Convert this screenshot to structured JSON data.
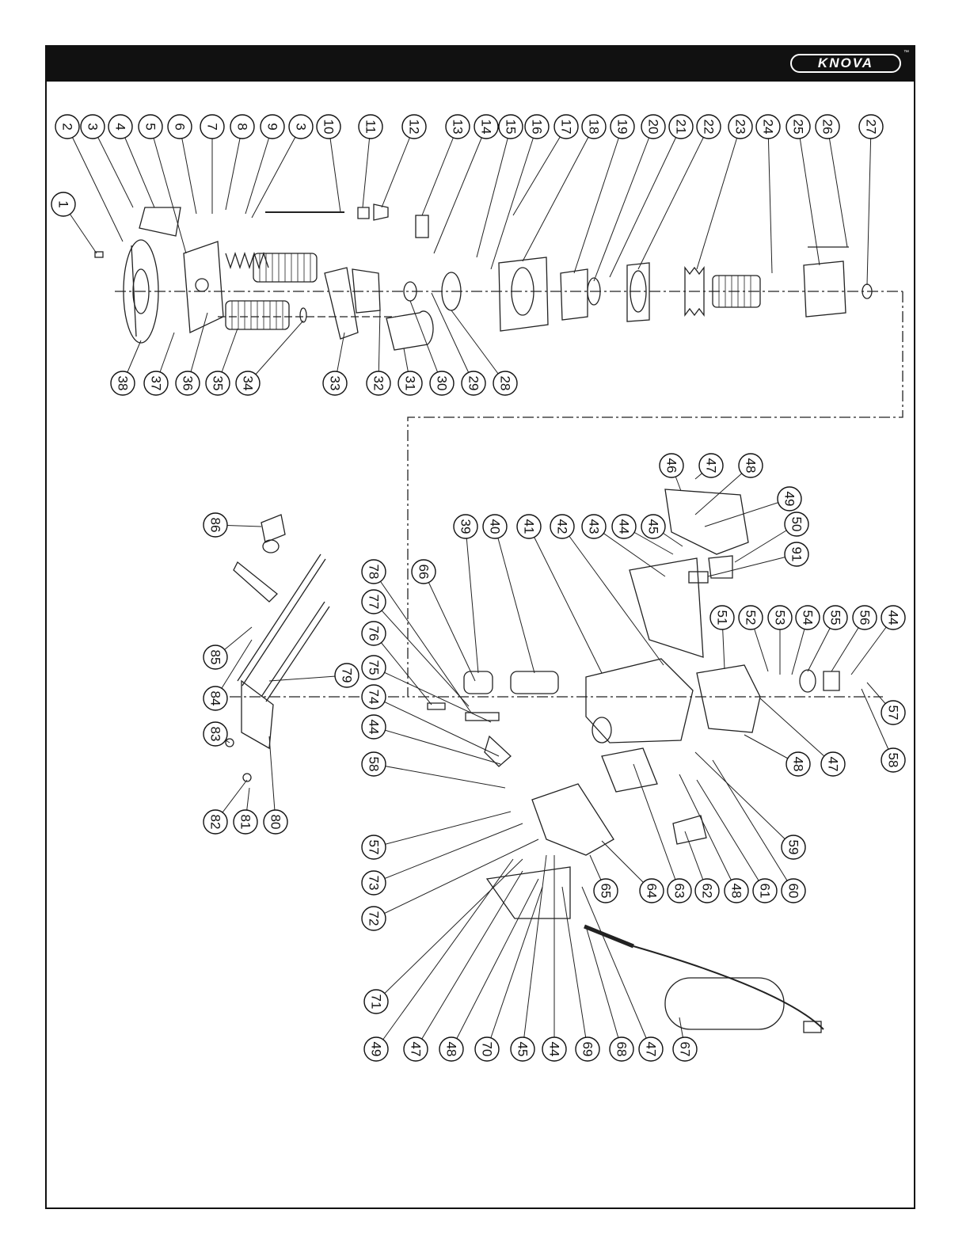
{
  "brand": {
    "logo_text": "KNOVA",
    "trademark": "™"
  },
  "callouts": [
    {
      "id": "c1",
      "label": "1"
    },
    {
      "id": "c2",
      "label": "2"
    },
    {
      "id": "c3a",
      "label": "3"
    },
    {
      "id": "c4",
      "label": "4"
    },
    {
      "id": "c5",
      "label": "5"
    },
    {
      "id": "c6",
      "label": "6"
    },
    {
      "id": "c7",
      "label": "7"
    },
    {
      "id": "c8",
      "label": "8"
    },
    {
      "id": "c9",
      "label": "9"
    },
    {
      "id": "c3b",
      "label": "3"
    },
    {
      "id": "c10",
      "label": "10"
    },
    {
      "id": "c11",
      "label": "11"
    },
    {
      "id": "c12",
      "label": "12"
    },
    {
      "id": "c13",
      "label": "13"
    },
    {
      "id": "c14",
      "label": "14"
    },
    {
      "id": "c15",
      "label": "15"
    },
    {
      "id": "c16",
      "label": "16"
    },
    {
      "id": "c17",
      "label": "17"
    },
    {
      "id": "c18",
      "label": "18"
    },
    {
      "id": "c19",
      "label": "19"
    },
    {
      "id": "c20",
      "label": "20"
    },
    {
      "id": "c21",
      "label": "21"
    },
    {
      "id": "c22",
      "label": "22"
    },
    {
      "id": "c23",
      "label": "23"
    },
    {
      "id": "c24",
      "label": "24"
    },
    {
      "id": "c25",
      "label": "25"
    },
    {
      "id": "c26",
      "label": "26"
    },
    {
      "id": "c27",
      "label": "27"
    },
    {
      "id": "c38",
      "label": "38"
    },
    {
      "id": "c37",
      "label": "37"
    },
    {
      "id": "c36",
      "label": "36"
    },
    {
      "id": "c35",
      "label": "35"
    },
    {
      "id": "c34",
      "label": "34"
    },
    {
      "id": "c33",
      "label": "33"
    },
    {
      "id": "c32",
      "label": "32"
    },
    {
      "id": "c31",
      "label": "31"
    },
    {
      "id": "c30",
      "label": "30"
    },
    {
      "id": "c29",
      "label": "29"
    },
    {
      "id": "c28",
      "label": "28"
    },
    {
      "id": "c46",
      "label": "46"
    },
    {
      "id": "c47a",
      "label": "47"
    },
    {
      "id": "c48a",
      "label": "48"
    },
    {
      "id": "c49a",
      "label": "49"
    },
    {
      "id": "c50",
      "label": "50"
    },
    {
      "id": "c91",
      "label": "91"
    },
    {
      "id": "c39",
      "label": "39"
    },
    {
      "id": "c40",
      "label": "40"
    },
    {
      "id": "c41",
      "label": "41"
    },
    {
      "id": "c42",
      "label": "42"
    },
    {
      "id": "c43",
      "label": "43"
    },
    {
      "id": "c44a",
      "label": "44"
    },
    {
      "id": "c45a",
      "label": "45"
    },
    {
      "id": "c51",
      "label": "51"
    },
    {
      "id": "c52",
      "label": "52"
    },
    {
      "id": "c53",
      "label": "53"
    },
    {
      "id": "c54",
      "label": "54"
    },
    {
      "id": "c55",
      "label": "55"
    },
    {
      "id": "c56",
      "label": "56"
    },
    {
      "id": "c44b",
      "label": "44"
    },
    {
      "id": "c57a",
      "label": "57"
    },
    {
      "id": "c58a",
      "label": "58"
    },
    {
      "id": "c47b",
      "label": "47"
    },
    {
      "id": "c48b",
      "label": "48"
    },
    {
      "id": "c86",
      "label": "86"
    },
    {
      "id": "c85",
      "label": "85"
    },
    {
      "id": "c84",
      "label": "84"
    },
    {
      "id": "c83",
      "label": "83"
    },
    {
      "id": "c82",
      "label": "82"
    },
    {
      "id": "c81",
      "label": "81"
    },
    {
      "id": "c80",
      "label": "80"
    },
    {
      "id": "c79",
      "label": "79"
    },
    {
      "id": "c78",
      "label": "78"
    },
    {
      "id": "c77",
      "label": "77"
    },
    {
      "id": "c76",
      "label": "76"
    },
    {
      "id": "c75",
      "label": "75"
    },
    {
      "id": "c74",
      "label": "74"
    },
    {
      "id": "c66",
      "label": "66"
    },
    {
      "id": "c44c",
      "label": "44"
    },
    {
      "id": "c58b",
      "label": "58"
    },
    {
      "id": "c57b",
      "label": "57"
    },
    {
      "id": "c73",
      "label": "73"
    },
    {
      "id": "c72",
      "label": "72"
    },
    {
      "id": "c59",
      "label": "59"
    },
    {
      "id": "c60",
      "label": "60"
    },
    {
      "id": "c61",
      "label": "61"
    },
    {
      "id": "c48c",
      "label": "48"
    },
    {
      "id": "c62",
      "label": "62"
    },
    {
      "id": "c63",
      "label": "63"
    },
    {
      "id": "c64",
      "label": "64"
    },
    {
      "id": "c65",
      "label": "65"
    },
    {
      "id": "c71",
      "label": "71"
    },
    {
      "id": "c49b",
      "label": "49"
    },
    {
      "id": "c47c",
      "label": "47"
    },
    {
      "id": "c48d",
      "label": "48"
    },
    {
      "id": "c70",
      "label": "70"
    },
    {
      "id": "c45b",
      "label": "45"
    },
    {
      "id": "c44d",
      "label": "44"
    },
    {
      "id": "c69",
      "label": "69"
    },
    {
      "id": "c68",
      "label": "68"
    },
    {
      "id": "c47d",
      "label": "47"
    },
    {
      "id": "c67",
      "label": "67"
    }
  ]
}
